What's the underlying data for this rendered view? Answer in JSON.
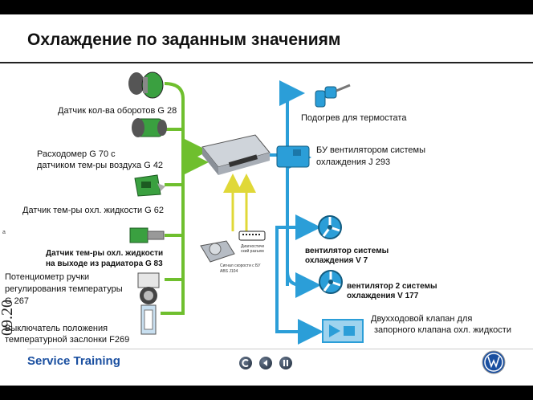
{
  "slide": {
    "title": "Охлаждение по заданным значениям",
    "footer": "Service Training",
    "side_number": "09.20",
    "side_mark": "a"
  },
  "labels": {
    "g28": "Датчик кол-ва оборотов G 28",
    "g70_line1": "Расходомер G 70 с",
    "g70_line2": "датчиком тем-ры воздуха G 42",
    "g62": "Датчик тем-ры охл. жидкости G 62",
    "g83_line1": "Датчик тем-ры охл. жидкости",
    "g83_line2": "на выходе из радиатора G 83",
    "g267_line1": "Потенциометр ручки",
    "g267_line2": "регулирования температуры",
    "g267_line3": "G 267",
    "f269_line1": "Выключатель положения",
    "f269_line2": "температурной заслонки F269",
    "thermostat": "Подогрев для термостата",
    "j293_line1": "БУ вентилятором системы",
    "j293_line2": "охлаждения J 293",
    "v7_line1": "вентилятор системы",
    "v7_line2": "охлаждения V 7",
    "v177_line1": "вентилятор 2 системы",
    "v177_line2": "охлаждения V 177",
    "valve_line1": "Двухходовой клапан для",
    "valve_line2": "запорного клапана охл. жидкости",
    "diag_line1": "Диагностиче",
    "diag_line2": "ский разъем",
    "abs_line1": "Сигнал скорости с БУ",
    "abs_line2": "ABS J104"
  },
  "colors": {
    "input_wires": "#6fbf2e",
    "output_wires": "#2b9ed8",
    "diag_wires": "#e8e040",
    "footer_text": "#1a4fa0"
  },
  "icons": [
    "sensor-g28-icon",
    "airflow-meter-icon",
    "temp-sensor-icon",
    "radiator-sensor-icon",
    "potentiometer-icon",
    "ecu-icon",
    "thermostat-icon",
    "fan-controller-icon",
    "fan-icon",
    "valve-icon",
    "vw-logo-icon"
  ]
}
